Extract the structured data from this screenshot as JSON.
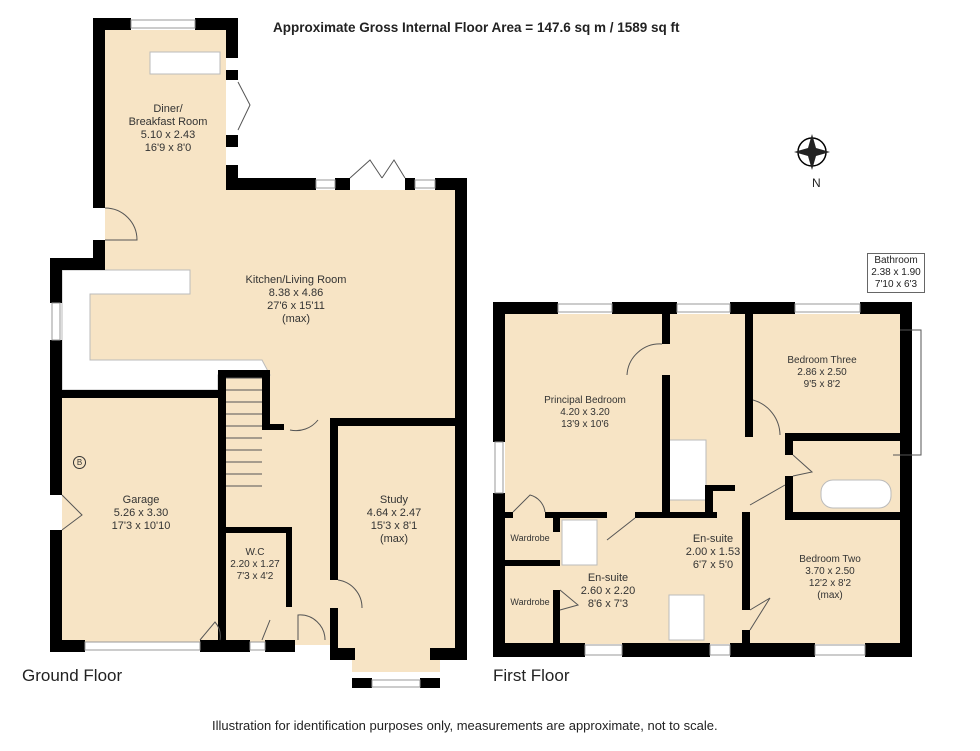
{
  "title": "Approximate Gross Internal Floor Area  = 147.6 sq m  / 1589 sq ft",
  "north_label": "N",
  "footer": "Illustration for identification purposes only, measurements are approximate, not to scale.",
  "colors": {
    "floor": "#f7e4c5",
    "wall": "#000000"
  },
  "ground_floor": {
    "label": "Ground Floor",
    "boiler_symbol": "B",
    "rooms": [
      {
        "name": "Diner/",
        "name2": "Breakfast Room",
        "metric": "5.10 x 2.43",
        "imperial": "16'9 x 8'0"
      },
      {
        "name": "Kitchen/Living Room",
        "metric": "8.38 x 4.86",
        "imperial": "27'6 x 15'11",
        "note": "(max)"
      },
      {
        "name": "Garage",
        "metric": "5.26 x 3.30",
        "imperial": "17'3 x 10'10"
      },
      {
        "name": "W.C",
        "metric": "2.20 x 1.27",
        "imperial": "7'3 x 4'2"
      },
      {
        "name": "Study",
        "metric": "4.64 x 2.47",
        "imperial": "15'3 x 8'1",
        "note": "(max)"
      }
    ]
  },
  "first_floor": {
    "label": "First Floor",
    "rooms": [
      {
        "name": "Principal Bedroom",
        "metric": "4.20 x 3.20",
        "imperial": "13'9 x 10'6"
      },
      {
        "name": "Bedroom Three",
        "metric": "2.86 x 2.50",
        "imperial": "9'5 x 8'2"
      },
      {
        "name": "Bathroom",
        "metric": "2.38 x 1.90",
        "imperial": "7'10 x 6'3"
      },
      {
        "name": "Wardrobe"
      },
      {
        "name": "Wardrobe"
      },
      {
        "name": "En-suite",
        "metric": "2.60 x 2.20",
        "imperial": "8'6 x 7'3"
      },
      {
        "name": "En-suite",
        "metric": "2.00 x 1.53",
        "imperial": "6'7 x 5'0"
      },
      {
        "name": "Bedroom Two",
        "metric": "3.70 x 2.50",
        "imperial": "12'2 x 8'2",
        "note": "(max)"
      }
    ]
  }
}
